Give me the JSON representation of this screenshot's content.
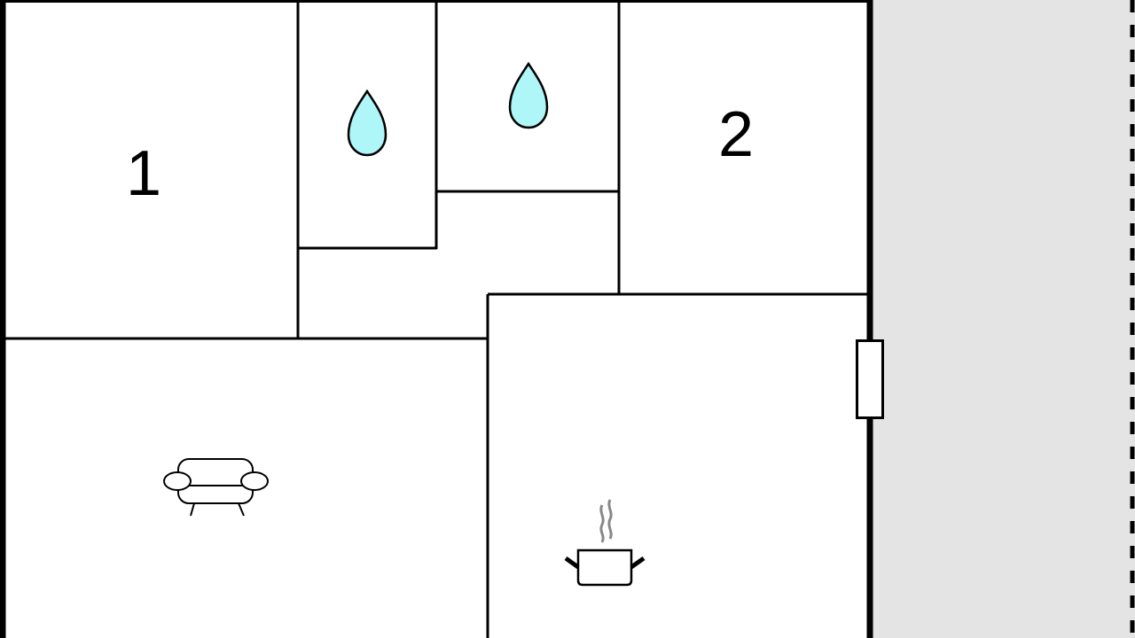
{
  "floor_plan": {
    "rooms": [
      {
        "id": "bedroom-1",
        "label": "1"
      },
      {
        "id": "bedroom-2",
        "label": "2"
      },
      {
        "id": "bathroom-1",
        "icon": "water-drop-icon"
      },
      {
        "id": "bathroom-2",
        "icon": "water-drop-icon"
      },
      {
        "id": "hallway"
      },
      {
        "id": "living-room",
        "icon": "sofa-icon"
      },
      {
        "id": "kitchen",
        "icon": "cooking-pot-icon"
      }
    ],
    "colors": {
      "wall": "#000000",
      "floor": "#ffffff",
      "outside": "#e4e4e4",
      "water": "#aef6f8",
      "steam": "#888888"
    }
  }
}
